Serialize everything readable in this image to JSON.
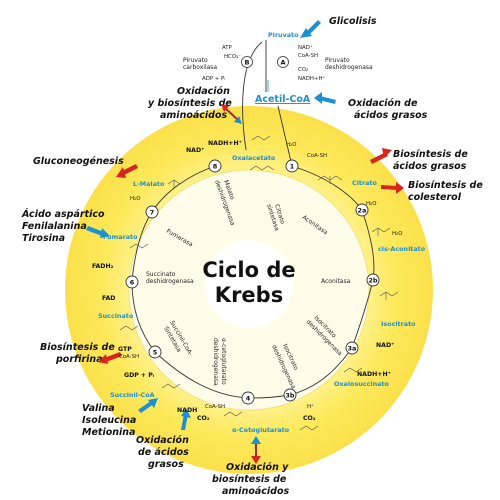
{
  "center": {
    "line1": "Ciclo de",
    "line2": "Krebs"
  },
  "colors": {
    "ring": "#fde95b",
    "inner": "#fffde8",
    "metabolite": "#1e8fd0",
    "arrow_out": "#d7261e",
    "arrow_in": "#1e8fd0"
  },
  "top": {
    "piruvato": "Piruvato",
    "acetil_coa": "Acetil-CoA",
    "piruvato_carboxilasa": "Piruvato\ncarboxilasa",
    "piruvato_deshidrogenasa": "Piruvato\ndeshidrogenasa",
    "atp": "ATP",
    "hco3": "HCO₃⁻",
    "adp": "ADP + Pᵢ",
    "nad": "NAD⁺",
    "coa_sh": "CoA-SH",
    "co2": "CO₂",
    "nadh": "NADH+H⁺",
    "step_b": "B",
    "step_a": "A"
  },
  "side_labels": {
    "glicolisis": "Glicolisis",
    "oxidacion_grasos_top": "Oxidación de\nácidos grasos",
    "oxidacion_aa_top": "Oxidación\ny biosíntesis de\naminoácidos",
    "gluconeogenesis": "Gluconeogénesis",
    "aspartico": "Ácido aspártico\nFenilalanina\nTirosina",
    "biosintesis_porfirina": "Biosíntesis de\nporfirina",
    "valina": "Valina\nIsoleucina\nMetionina",
    "oxidacion_grasos_bottom": "Oxidación\nde ácidos\ngrasos",
    "oxidacion_aa_bottom": "Oxidación y\nbiosíntesis de\naminoácidos",
    "biosintesis_grasos": "Biosíntesis de\nácidos grasos",
    "biosintesis_colesterol": "Biosíntesis de\ncolesterol"
  },
  "metabolites": {
    "oxalacetato": "Oxalacetato",
    "citrato": "Citrato",
    "cis_aconitato": "cis-Aconitato",
    "isocitrato": "Isocitrato",
    "oxalosuccinato": "Oxalosuccinato",
    "cetoglutarato": "α-Cetoglutarato",
    "succinil_coa": "Succinil-CoA",
    "succinato": "Succinato",
    "fumarato": "Fumarato",
    "l_malato": "L-Malato"
  },
  "enzymes": {
    "citrato_sintetasa": "Citrato\nsintetasa",
    "aconitasa_1": "Aconitasa",
    "aconitasa_2": "Aconitasa",
    "isocitrato_deshidrogenasa_1": "Isocitrato\ndeshidrogenasa",
    "isocitrato_deshidrogenasa_2": "Isocitrato\ndeshidrogenasa",
    "cetoglutarato_deshidrogenasa": "α-cetoglutarato\ndeshidrogenasa",
    "succinil_coa_sintetasa": "Succinil-CoA-\nSintetasa",
    "succinato_deshidrogenasa": "Succinato\ndeshidrogenasa",
    "fumarasa": "Fumarasa",
    "malato_deshidrogenasa": "Malato\ndeshidrogenasa"
  },
  "cofactors": {
    "nadh_8": "NADH+H⁺",
    "nad_8": "NAD⁺",
    "h2o_1": "H₂O",
    "coa_sh_1": "CoA-SH",
    "h2o_2a": "H₂O",
    "h2o_2b": "H₂O",
    "nad_3a": "NAD⁺",
    "nadh_3a": "NADH+H⁺",
    "co2_3b": "CO₂",
    "h_3b": "H⁺",
    "nadh_4": "NADH",
    "co2_4": "CO₂",
    "coa_sh_4": "CoA-SH",
    "gtp_5": "GTP",
    "coa_sh_5": "CoA-SH",
    "gdp_5": "GDP + Pᵢ",
    "fadh2_6": "FADH₂",
    "fad_6": "FAD",
    "h2o_7": "H₂O"
  },
  "steps": {
    "s1": "1",
    "s2a": "2a",
    "s2b": "2b",
    "s3a": "3a",
    "s3b": "3b",
    "s4": "4",
    "s5": "5",
    "s6": "6",
    "s7": "7",
    "s8": "8"
  }
}
